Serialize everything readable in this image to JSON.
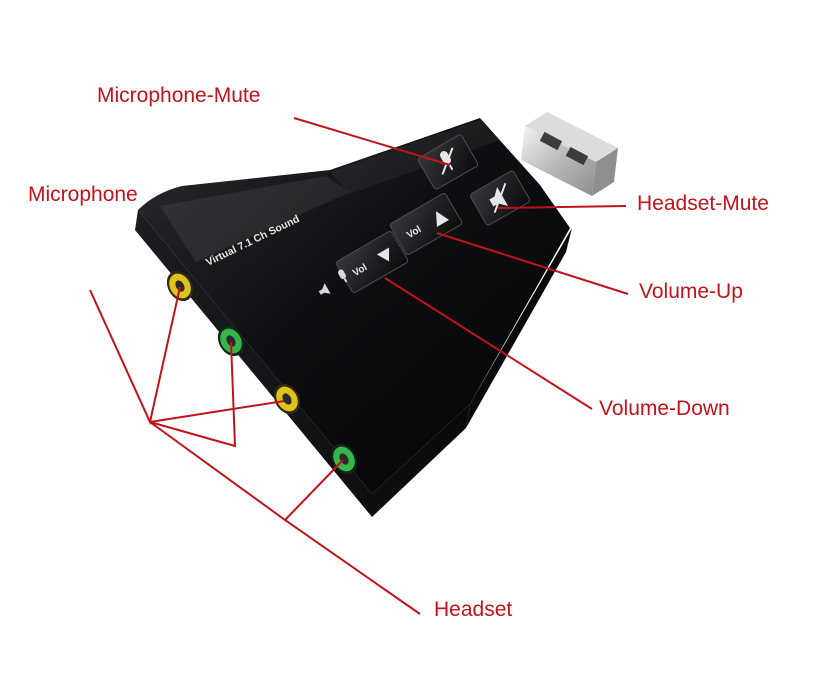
{
  "device": {
    "brand_text": "Virtual 7.1 Ch Sound",
    "button_vol_text": "Vol",
    "body_color": "#0e0f12",
    "jack_colors": {
      "microphone": "#e0c21c",
      "headset": "#37b548"
    }
  },
  "callouts": {
    "microphone_mute": "Microphone-Mute",
    "microphone": "Microphone",
    "headset_mute": "Headset-Mute",
    "volume_up": "Volume-Up",
    "volume_down": "Volume-Down",
    "headset": "Headset"
  },
  "colors": {
    "callout_text": "#c0141a",
    "leader_line": "#c0141a",
    "background": "#ffffff"
  }
}
